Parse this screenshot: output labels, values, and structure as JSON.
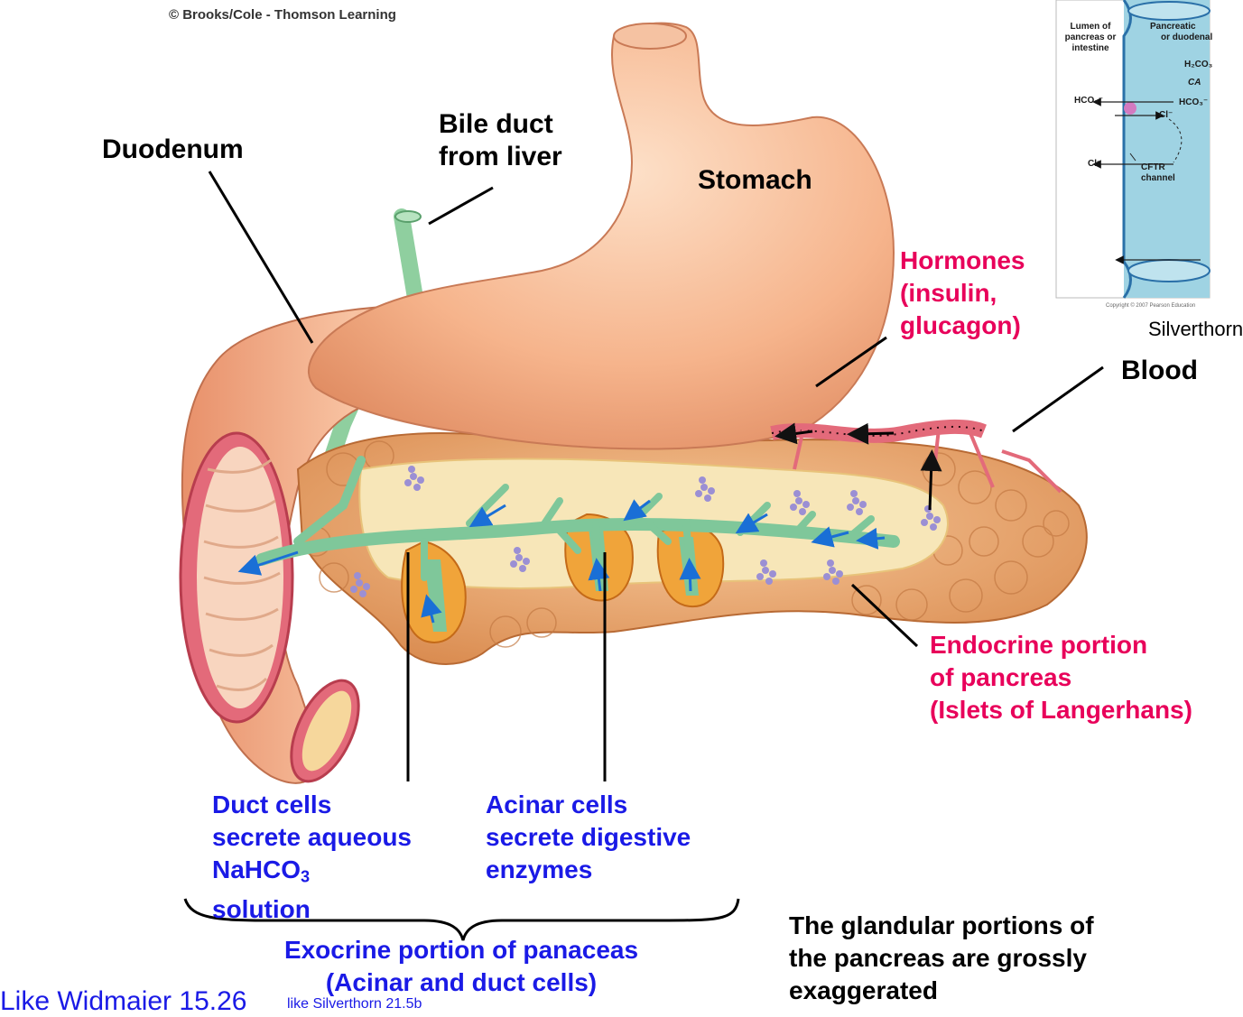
{
  "copyright": "© Brooks/Cole - Thomson Learning",
  "labels": {
    "duodenum": "Duodenum",
    "bile_duct_1": "Bile duct",
    "bile_duct_2": "from liver",
    "stomach": "Stomach",
    "hormones_1": "Hormones",
    "hormones_2": "(insulin,",
    "hormones_3": "glucagon)",
    "blood": "Blood",
    "endocrine_1": "Endocrine portion",
    "endocrine_2": "of pancreas",
    "endocrine_3": "(Islets of Langerhans)",
    "duct_1": "Duct cells",
    "duct_2": "secrete aqueous",
    "duct_3a": "NaHCO",
    "duct_3b": "3",
    "duct_4": "solution",
    "acinar_1": "Acinar cells",
    "acinar_2": "secrete digestive",
    "acinar_3": "enzymes",
    "exocrine_1": "Exocrine portion of panaceas",
    "exocrine_2": "(Acinar and duct cells)",
    "note_1": "The glandular portions of",
    "note_2": "the pancreas are grossly",
    "note_3": "exaggerated",
    "ref_main": "Like Widmaier 15.26",
    "ref_small": "like Silverthorn 21.5b",
    "inset_credit": "Silverthorn",
    "inset_copyright": "Copyright © 2007 Pearson Education"
  },
  "inset": {
    "lumen_1": "Lumen of",
    "lumen_2": "pancreas or",
    "lumen_3": "intestine",
    "pancreatic_1": "Pancreatic",
    "pancreatic_2": "or duodenal",
    "h2co3": "H₂CO₃",
    "ca": "CA",
    "hco3_left": "HCO₃⁻",
    "hco3_right": "HCO₃⁻",
    "cl_1": "Cl⁻",
    "cl_2": "Cl⁻",
    "cftr_1": "CFTR",
    "cftr_2": "channel"
  },
  "colors": {
    "black_label": "#000000",
    "hormone_pink": "#e8005a",
    "exocrine_blue": "#1a1ae6",
    "stomach": "#f6b48c",
    "pancreas": "#e8a36a",
    "duct_green": "#7fc79a"
  }
}
